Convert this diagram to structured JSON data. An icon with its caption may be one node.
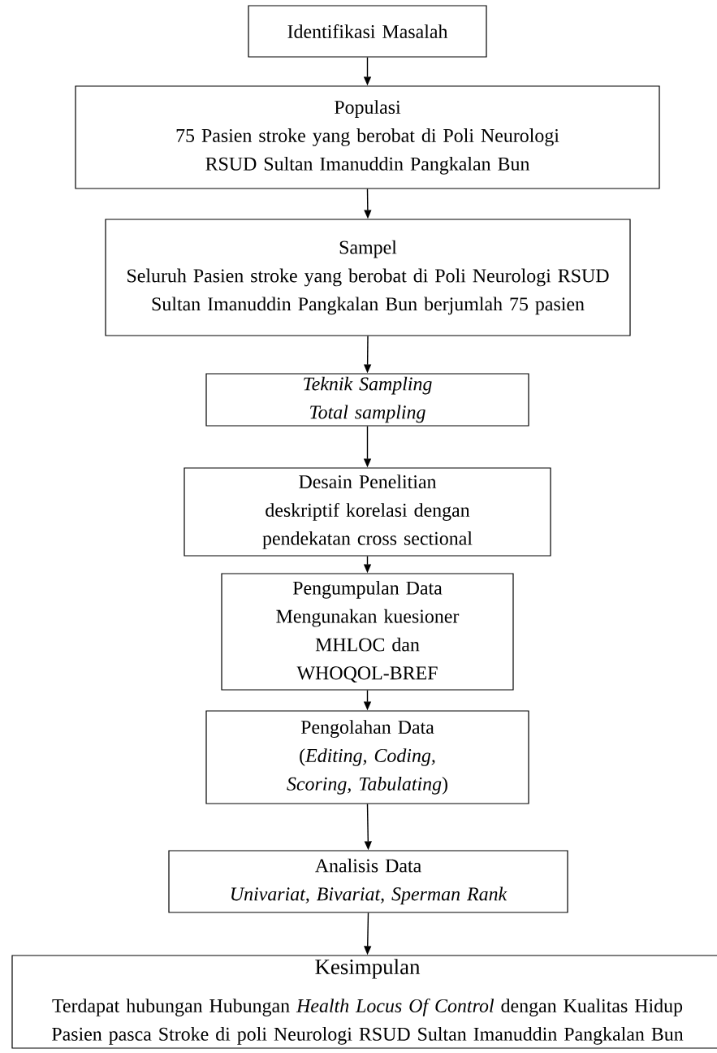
{
  "diagram": {
    "nodes": [
      {
        "text": [
          "Identifikasi Masalah"
        ]
      },
      {
        "text": [
          "Populasi",
          "75 Pasien stroke yang berobat di Poli Neurologi RSUD Sultan Imanuddin Pangkalan Bun"
        ]
      },
      {
        "text": [
          "Sampel",
          "Seluruh Pasien stroke yang berobat di Poli Neurologi RSUD Sultan Imanuddin Pangkalan Bun berjumlah 75 pasien"
        ]
      },
      {
        "text": [
          "Teknik Sampling",
          "Total sampling"
        ]
      },
      {
        "text": [
          "Desain Penelitian",
          "deskriptif korelasi dengan pendekatan cross sectional"
        ]
      },
      {
        "text": [
          "Pengumpulan Data",
          "Mengunakan kuesioner MHLOC dan WHOQOL-BREF"
        ]
      },
      {
        "text": [
          "Pengolahan Data",
          "(*Editing, Coding, Scoring, Tabulating*)"
        ]
      },
      {
        "text": [
          "Analisis Data",
          "Univariat, Bivariat, Sperman Rank"
        ]
      },
      {
        "text": [
          "Kesimpulan",
          "Terdapat hubungan Hubungan *Health Locus Of Control* dengan Kualitas Hidup Pasien pasca Stroke di poli Neurologi RSUD Sultan Imanuddin Pangkalan Bun"
        ]
      }
    ],
    "edges": [
      {
        "from": 0,
        "to": 1,
        "arrow": "to"
      },
      {
        "from": 1,
        "to": 2,
        "arrow": "to"
      },
      {
        "from": 2,
        "to": 3,
        "arrow": "to"
      },
      {
        "from": 3,
        "to": 4,
        "arrow": "to"
      },
      {
        "from": 4,
        "to": 5,
        "arrow": "to"
      },
      {
        "from": 5,
        "to": 6,
        "arrow": "to"
      },
      {
        "from": 6,
        "to": 7,
        "arrow": "to"
      },
      {
        "from": 7,
        "to": 8,
        "arrow": "to"
      }
    ]
  }
}
